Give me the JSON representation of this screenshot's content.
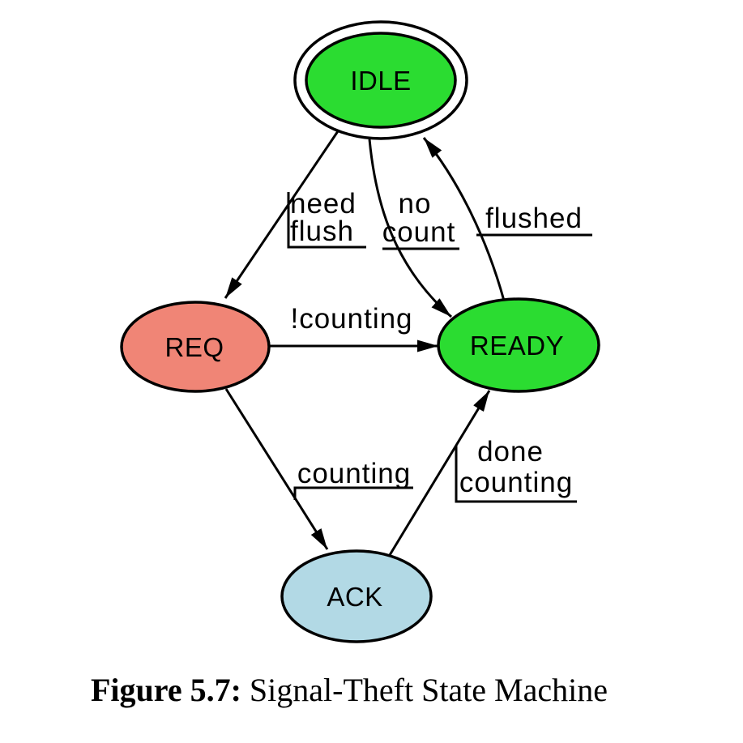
{
  "figure": {
    "caption_label": "Figure 5.7:",
    "caption_title": "Signal-Theft State Machine"
  },
  "diagram": {
    "type": "state-machine",
    "colors": {
      "state_green": "#2BDC31",
      "state_salmon": "#F08576",
      "state_blue": "#B2D9E5",
      "ink": "#000000",
      "background": "#ffffff"
    },
    "states": [
      {
        "name": "IDLE",
        "shape": "double-ellipse",
        "color": "#2BDC31"
      },
      {
        "name": "REQ",
        "shape": "ellipse",
        "color": "#F08576"
      },
      {
        "name": "READY",
        "shape": "ellipse",
        "color": "#2BDC31"
      },
      {
        "name": "ACK",
        "shape": "ellipse",
        "color": "#B2D9E5"
      }
    ],
    "transitions": [
      {
        "from": "IDLE",
        "to": "REQ",
        "label": "need flush",
        "line1": "need",
        "line2": "flush"
      },
      {
        "from": "IDLE",
        "to": "READY",
        "label": "no count",
        "line1": "no",
        "line2": "count"
      },
      {
        "from": "READY",
        "to": "IDLE",
        "label": "flushed",
        "line1": "flushed"
      },
      {
        "from": "REQ",
        "to": "READY",
        "label": "!counting",
        "line1": "!counting"
      },
      {
        "from": "REQ",
        "to": "ACK",
        "label": "counting",
        "line1": "counting"
      },
      {
        "from": "ACK",
        "to": "READY",
        "label": "done counting",
        "line1": "done",
        "line2": "counting"
      }
    ]
  }
}
